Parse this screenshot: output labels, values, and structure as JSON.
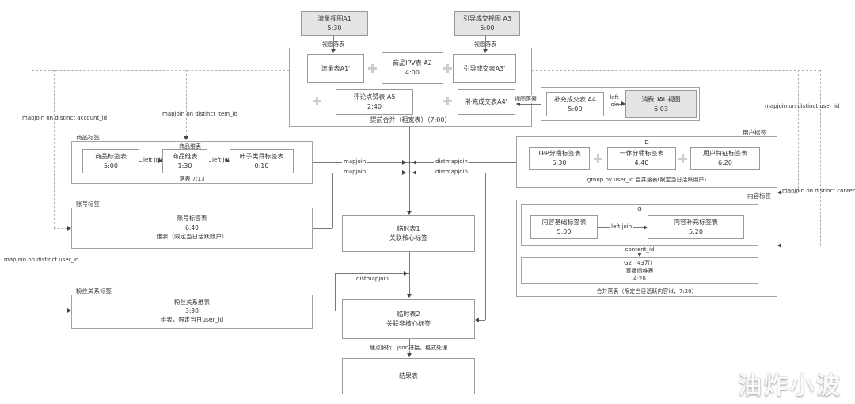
{
  "top": {
    "flow_view": {
      "t": "流量视图A1",
      "s": "5:30"
    },
    "guide_view": {
      "t": "引导成交视图 A3",
      "s": "5:00"
    },
    "land_left": "视图落表",
    "land_right": "视图落表",
    "land_a4": "视图落表"
  },
  "merge": {
    "caption": "提前合并（粗宽表）（7:00）",
    "flow": {
      "t": "流量表A1'"
    },
    "ipv": {
      "t": "商品IPV表 A2",
      "s": "4:00"
    },
    "guide": {
      "t": "引导成交表A3'"
    },
    "comment": {
      "t": "评论点赞表 A5",
      "s": "2:40"
    },
    "supply": {
      "t": "补充成交表A4'"
    }
  },
  "dau": {
    "supply_a4": {
      "t": "补充成交表 A4",
      "s": "5:00"
    },
    "join": "left join",
    "view": {
      "t": "消费DAU视图",
      "s": "6:03"
    }
  },
  "item": {
    "title": "商品标签",
    "top_label": "商品维表",
    "tag": {
      "t": "商品标签表",
      "s": "5:00"
    },
    "join1": "left join",
    "dim": {
      "t": "商品维表",
      "s": "1:30"
    },
    "join2": "left join",
    "leaf": {
      "t": "叶子类目标签表",
      "s": "0:10"
    },
    "caption": "落表 7:13"
  },
  "account": {
    "title": "账号标签",
    "l1": "账号标签表",
    "l2": "6:40",
    "l3": "维表（限定当日活跃账户）"
  },
  "fans": {
    "title": "粉丝关系标签",
    "l1": "粉丝关系维表",
    "l2": "3:30",
    "l3": "维表，限定当日user_id"
  },
  "user": {
    "title": "用户标签",
    "top_label": "D",
    "tpp": {
      "t": "TPP分桶标签表",
      "s": "5:30"
    },
    "yixiu": {
      "t": "一休分桶标签表",
      "s": "4:40"
    },
    "feature": {
      "t": "用户特征标签表",
      "s": "6:20"
    },
    "caption": "group by user_id 合并落表(限定当日活跃用户)"
  },
  "content": {
    "title": "内容标签",
    "top_label": "G",
    "base": {
      "t": "内容基础标签表",
      "s": "5:00"
    },
    "join": "left join",
    "supp": {
      "t": "内容补充标签表",
      "s": "5:20"
    },
    "content_id": "content_id",
    "g2_l1": "G2（43万）",
    "g2_l2": "直播间维表",
    "g2_l3": "4:20",
    "caption": "合并落表（限定当日活跃内容id，7:20）"
  },
  "center": {
    "temp1_l1": "临时表1",
    "temp1_l2": "关联核心标签",
    "temp2_l1": "临时表2",
    "temp2_l2": "关联非核心标签",
    "process": "埋点解析，json拼接，格式处理",
    "result": "结果表",
    "mapjoin1": "mapjoin",
    "mapjoin2": "mapjoin",
    "distmapjoin1": "distmapjoin",
    "distmapjoin2": "distmapjoin",
    "distmapjoin3": "distmapjoin"
  },
  "dlabels": {
    "account_id": "mapjoin on distinct account_id",
    "item_id": "mapjoin on distinct item_id",
    "user_id_top": "mapjoin on distinct user_id",
    "content_id": "mapjoin on distinct content_id",
    "user_id_bottom": "mapjoin on distinct user_id"
  },
  "watermark": "油炸小波",
  "colors": {
    "gray_fill": "#e4e4e4",
    "box_border": "#999999",
    "line": "#777777",
    "dashed": "#b2b2b2",
    "text": "#333333"
  }
}
